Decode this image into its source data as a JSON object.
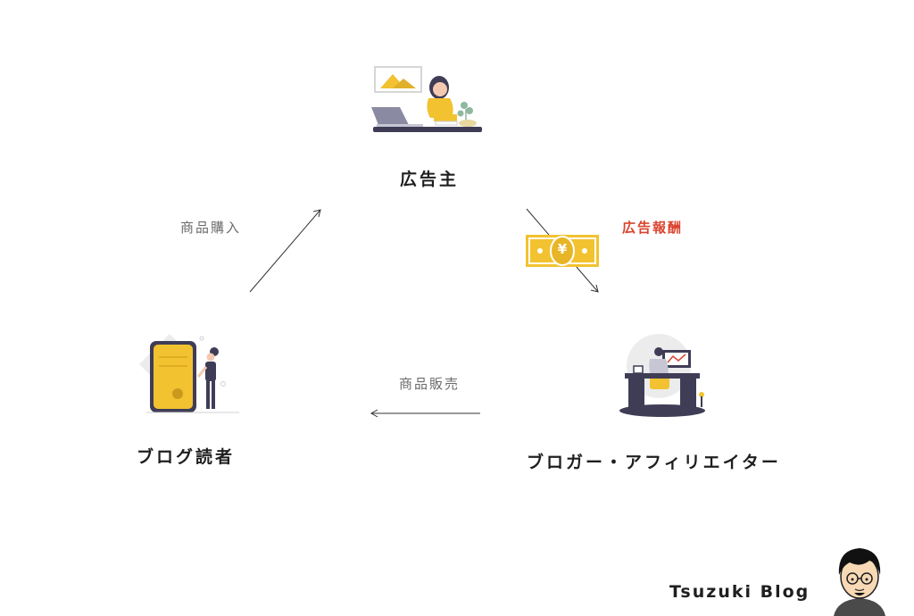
{
  "nodes": {
    "advertiser": {
      "label": "広告主"
    },
    "reader": {
      "label": "ブログ読者"
    },
    "blogger": {
      "label": "ブロガー・アフィリエイター"
    }
  },
  "edges": {
    "purchase": {
      "label": "商品購入"
    },
    "reward": {
      "label": "広告報酬"
    },
    "sales": {
      "label": "商品販売"
    }
  },
  "money": {
    "symbol": "¥"
  },
  "brand": {
    "name": "Tsuzuki Blog"
  },
  "colors": {
    "accent_yellow": "#f2c230",
    "accent_red": "#d9442f",
    "dark": "#3f3d56"
  }
}
